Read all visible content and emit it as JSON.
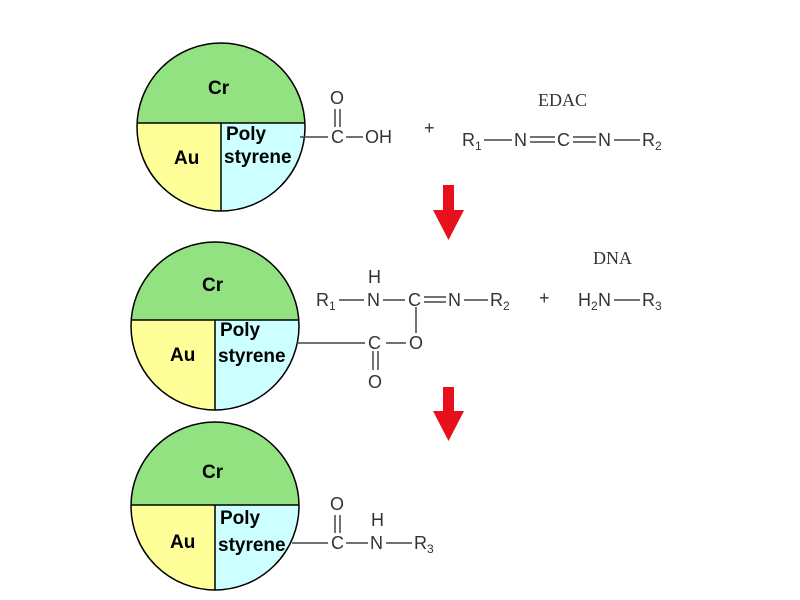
{
  "colors": {
    "cr": "#92E281",
    "au": "#FFFF99",
    "polystyrene": "#CCFFFF",
    "arrow": "#E8101A"
  },
  "particle": {
    "cr_label": "Cr",
    "au_label": "Au",
    "poly_line1": "Poly",
    "poly_line2": "styrene"
  },
  "step1": {
    "carbonyl_o": "O",
    "carbon": "C",
    "hydroxyl": "OH",
    "plus": "+",
    "reagent_name": "EDAC",
    "r1": "R",
    "r1_sub": "1",
    "n1": "N",
    "c": "C",
    "n2": "N",
    "r2": "R",
    "r2_sub": "2"
  },
  "step2": {
    "h": "H",
    "r1": "R",
    "r1_sub": "1",
    "n1": "N",
    "c": "C",
    "n2": "N",
    "r2": "R",
    "r2_sub": "2",
    "ester_c": "C",
    "ester_o": "O",
    "carbonyl_o": "O",
    "plus": "+",
    "reagent_name": "DNA",
    "h2": "H",
    "h2_sub": "2",
    "amine_n": "N",
    "r3": "R",
    "r3_sub": "3"
  },
  "step3": {
    "carbonyl_o": "O",
    "carbon": "C",
    "h": "H",
    "amide_n": "N",
    "r3": "R",
    "r3_sub": "3"
  }
}
